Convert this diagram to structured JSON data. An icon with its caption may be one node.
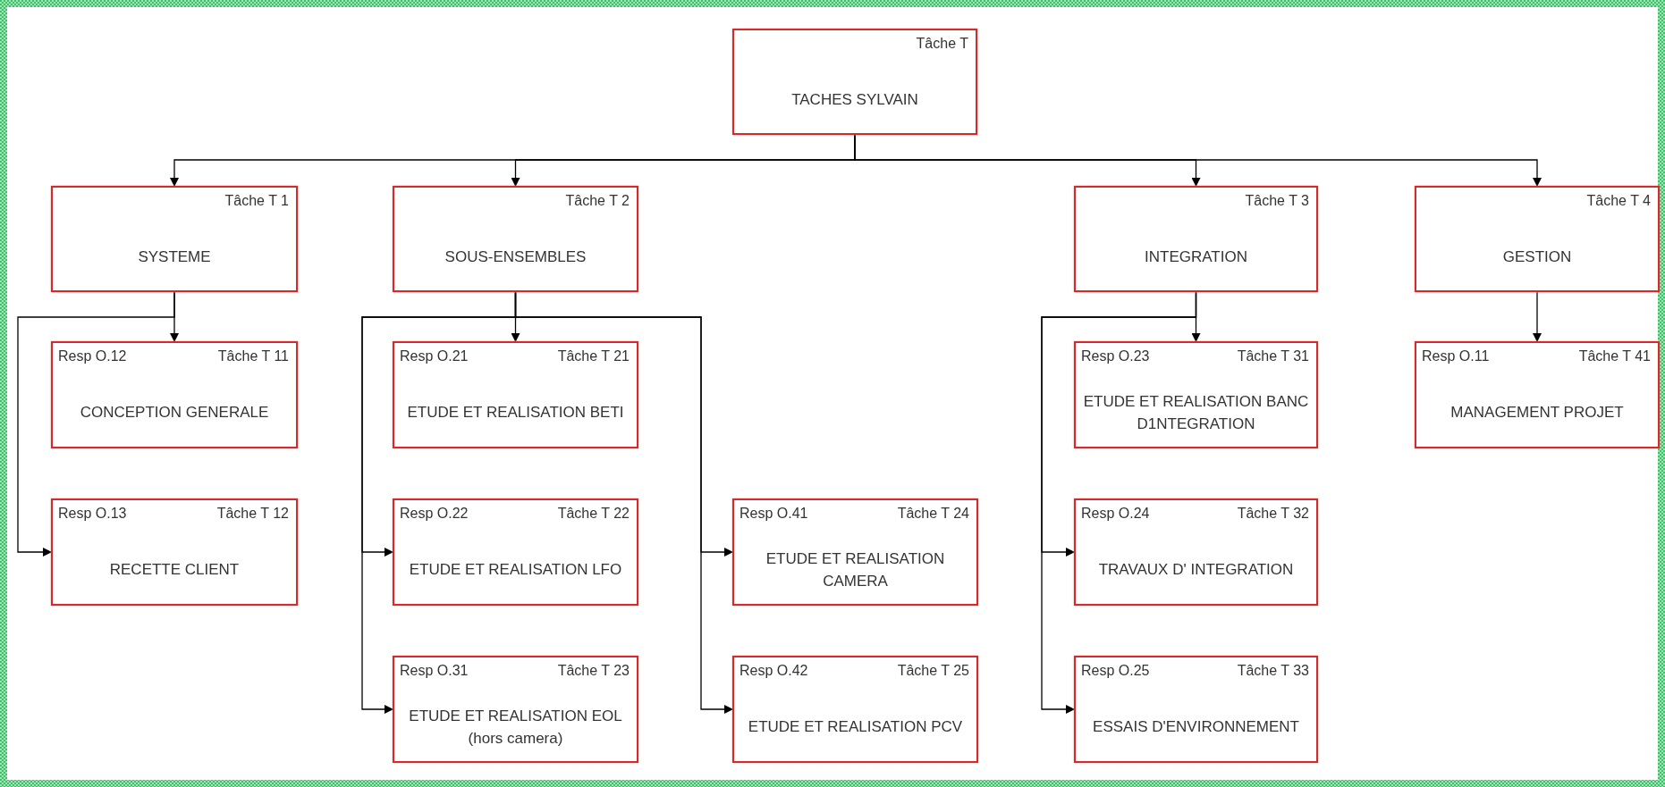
{
  "diagram": {
    "nodes": [
      {
        "text": [
          "Tâche T",
          "TACHES SYLVAIN"
        ]
      },
      {
        "text": [
          "Tâche T 1",
          "SYSTEME"
        ]
      },
      {
        "text": [
          "Tâche T 2",
          "SOUS-ENSEMBLES"
        ]
      },
      {
        "text": [
          "Tâche T 3",
          "INTEGRATION"
        ]
      },
      {
        "text": [
          "Tâche T 4",
          "GESTION"
        ]
      },
      {
        "text": [
          "Resp O.12",
          "Tâche T 11",
          "CONCEPTION GENERALE"
        ]
      },
      {
        "text": [
          "Resp O.13",
          "Tâche T 12",
          "RECETTE CLIENT"
        ]
      },
      {
        "text": [
          "Resp O.21",
          "Tâche T 21",
          "ETUDE ET REALISATION BETI"
        ]
      },
      {
        "text": [
          "Resp O.22",
          "Tâche T 22",
          "ETUDE ET REALISATION LFO"
        ]
      },
      {
        "text": [
          "Resp O.31",
          "Tâche T 23",
          "ETUDE ET REALISATION EOL (hors camera)"
        ]
      },
      {
        "text": [
          "Resp O.41",
          "Tâche T 24",
          "ETUDE ET REALISATION CAMERA"
        ]
      },
      {
        "text": [
          "Resp O.42",
          "Tâche T 25",
          "ETUDE ET REALISATION PCV"
        ]
      },
      {
        "text": [
          "Resp O.23",
          "Tâche T 31",
          "ETUDE ET REALISATION BANC D1NTEGRATION"
        ]
      },
      {
        "text": [
          "Resp O.24",
          "Tâche T 32",
          "TRAVAUX D' INTEGRATION"
        ]
      },
      {
        "text": [
          "Resp O.25",
          "Tâche T 33",
          "ESSAIS D'ENVIRONNEMENT"
        ]
      },
      {
        "text": [
          "Resp O.11",
          "Tâche T 41",
          "MANAGEMENT PROJET"
        ]
      }
    ],
    "edges": [
      {
        "from": 0,
        "to": 1,
        "arrow": "to"
      },
      {
        "from": 0,
        "to": 2,
        "arrow": "to"
      },
      {
        "from": 0,
        "to": 3,
        "arrow": "to"
      },
      {
        "from": 0,
        "to": 4,
        "arrow": "to"
      },
      {
        "from": 1,
        "to": 5,
        "arrow": "to"
      },
      {
        "from": 1,
        "to": 6,
        "arrow": "to"
      },
      {
        "from": 2,
        "to": 7,
        "arrow": "to"
      },
      {
        "from": 2,
        "to": 8,
        "arrow": "to"
      },
      {
        "from": 2,
        "to": 9,
        "arrow": "to"
      },
      {
        "from": 2,
        "to": 10,
        "arrow": "to"
      },
      {
        "from": 2,
        "to": 11,
        "arrow": "to"
      },
      {
        "from": 3,
        "to": 12,
        "arrow": "to"
      },
      {
        "from": 3,
        "to": 13,
        "arrow": "to"
      },
      {
        "from": 3,
        "to": 14,
        "arrow": "to"
      },
      {
        "from": 4,
        "to": 15,
        "arrow": "to"
      }
    ]
  }
}
